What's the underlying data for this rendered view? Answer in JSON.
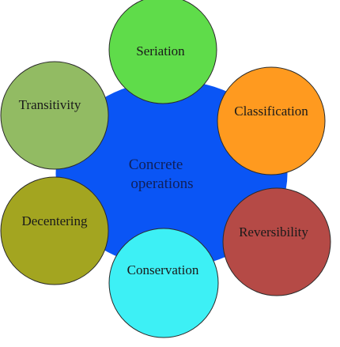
{
  "diagram": {
    "center": {
      "lines": [
        "Concrete",
        "operations"
      ],
      "color": "#0a55f5"
    },
    "nodes": [
      {
        "label": "Seriation",
        "color": "#5fdc4a"
      },
      {
        "label": "Classification",
        "color": "#ff9a1f"
      },
      {
        "label": "Reversibility",
        "color": "#b54a46"
      },
      {
        "label": "Conservation",
        "color": "#3df0f5"
      },
      {
        "label": "Decentering",
        "color": "#a3a520"
      },
      {
        "label": "Transitivity",
        "color": "#92bb63"
      }
    ],
    "stroke_color": "#2a2a2a"
  }
}
